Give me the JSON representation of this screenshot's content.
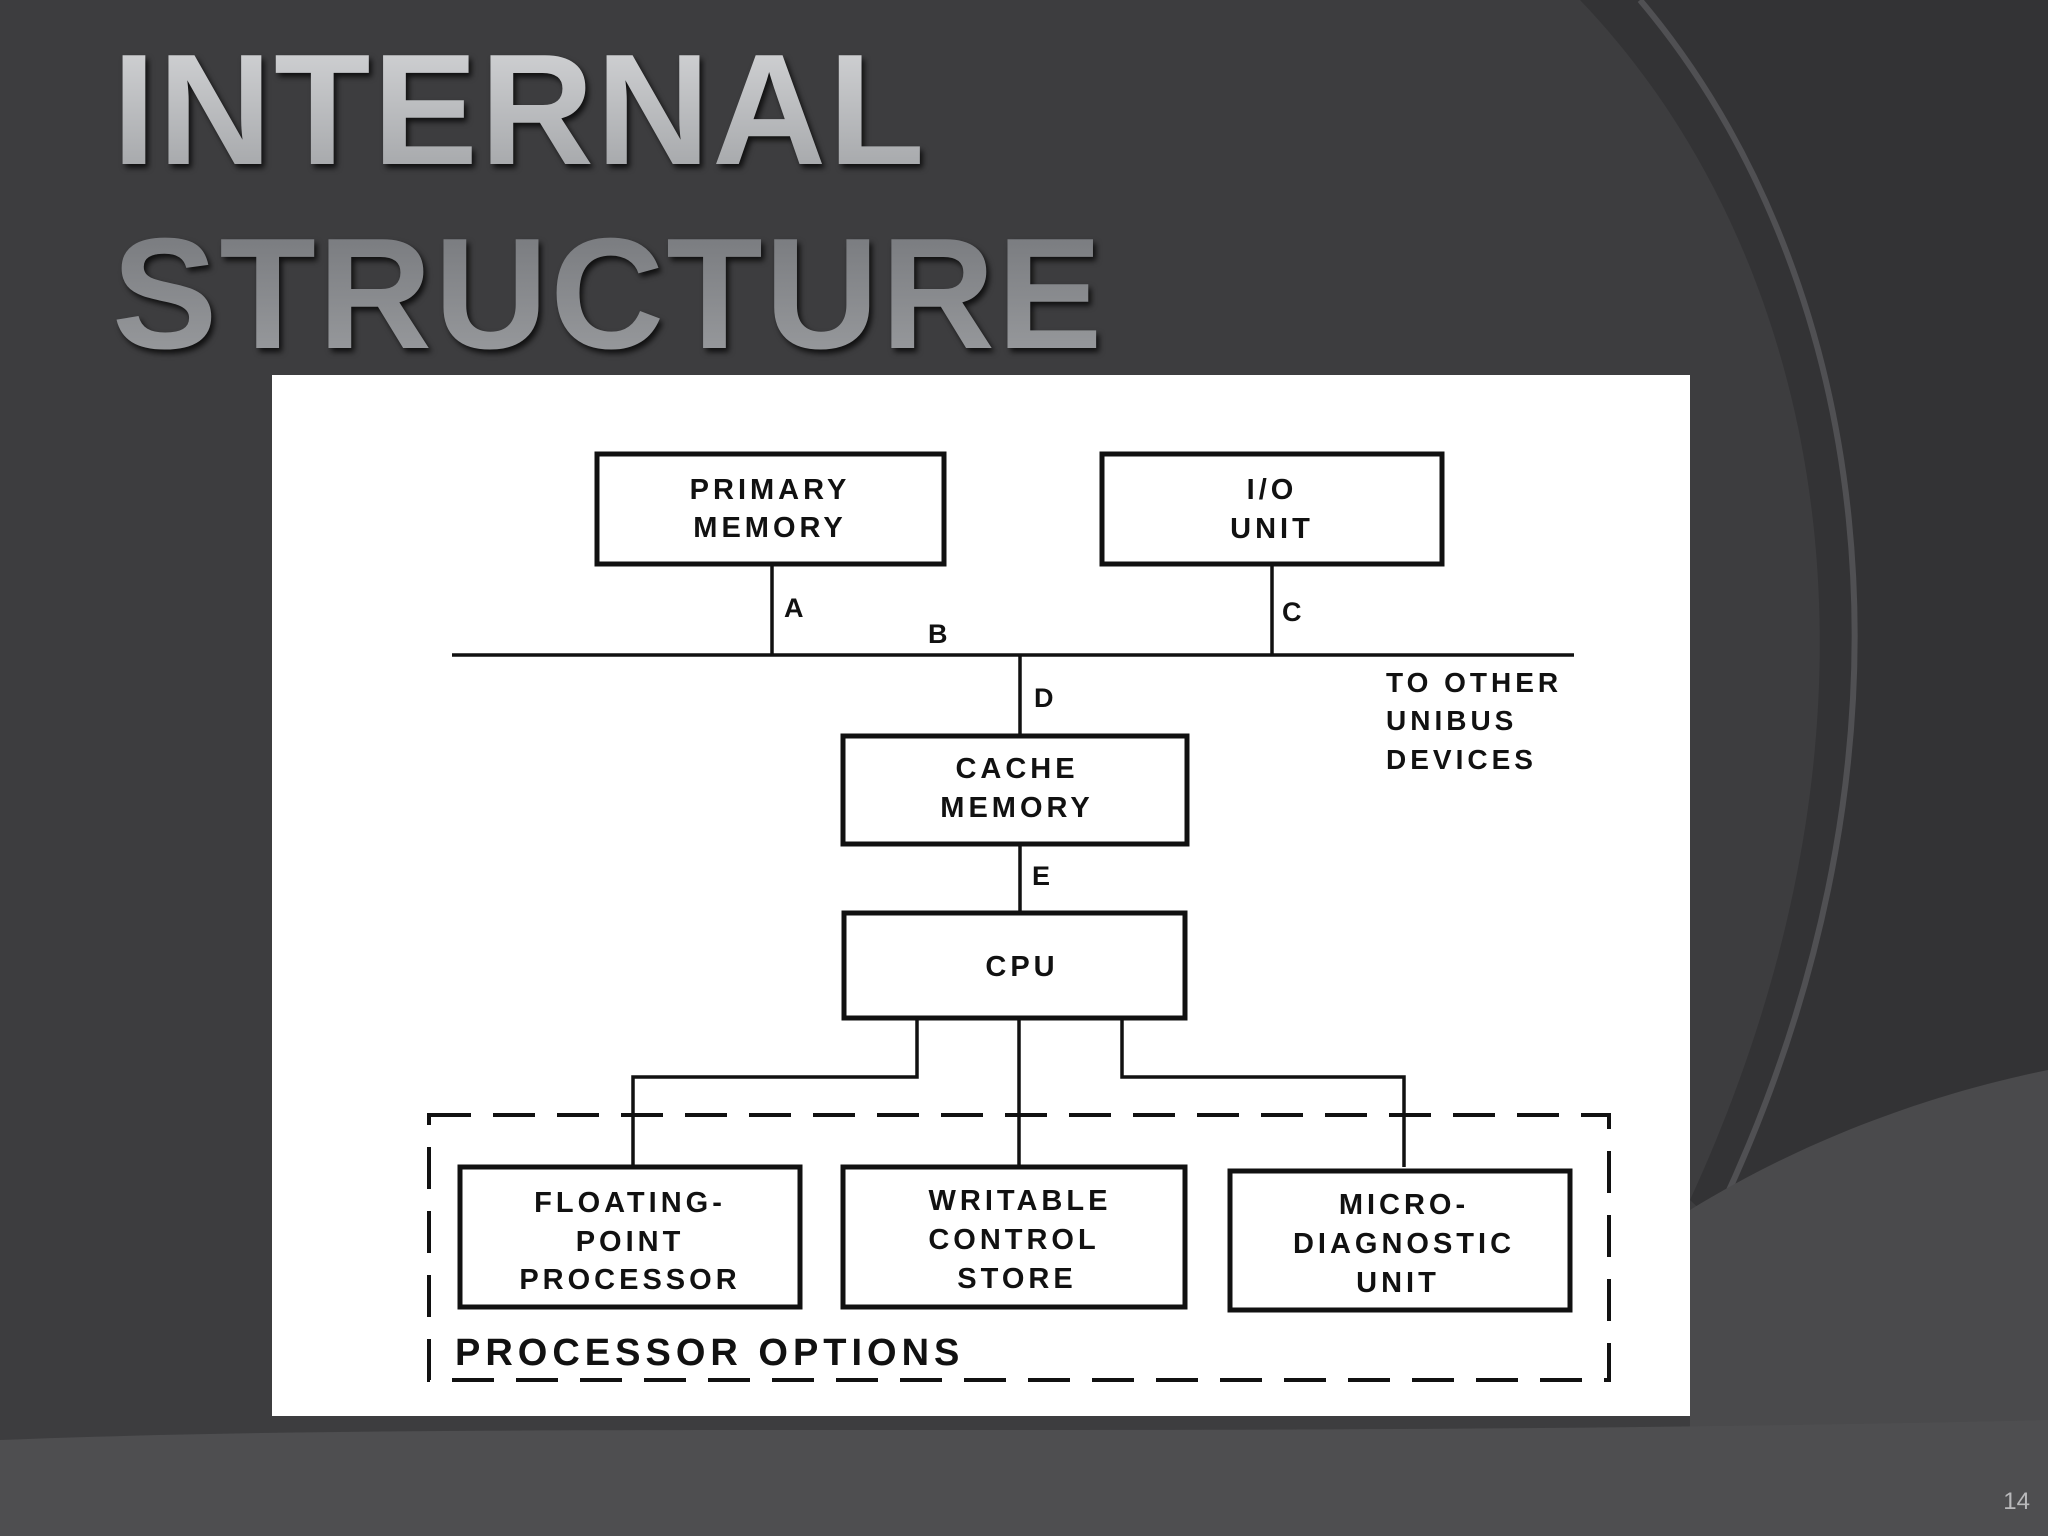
{
  "slide": {
    "title_line1": "INTERNAL",
    "title_line2": "STRUCTURE",
    "page_number": "14"
  },
  "diagram": {
    "nodes": {
      "primary_memory": [
        "PRIMARY",
        "MEMORY"
      ],
      "io_unit": [
        "I/O",
        "UNIT"
      ],
      "cache_memory": [
        "CACHE",
        "MEMORY"
      ],
      "cpu": [
        "CPU"
      ],
      "floating_point_processor": [
        "FLOATING-",
        "POINT",
        "PROCESSOR"
      ],
      "writable_control_store": [
        "WRITABLE",
        "CONTROL",
        "STORE"
      ],
      "micro_diagnostic_unit": [
        "MICRO-",
        "DIAGNOSTIC",
        "UNIT"
      ]
    },
    "connections": {
      "a": "A",
      "b": "B",
      "c": "C",
      "d": "D",
      "e": "E"
    },
    "unibus_note": [
      "TO OTHER",
      "UNIBUS",
      "DEVICES"
    ],
    "group_label": "PROCESSOR OPTIONS"
  }
}
